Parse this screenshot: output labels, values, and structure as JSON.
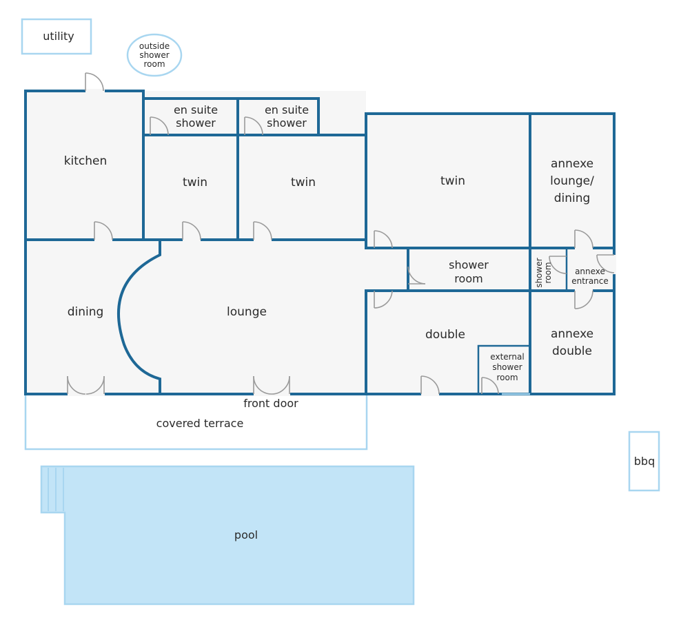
{
  "rooms": {
    "utility": "utility",
    "outside_shower_l1": "outside",
    "outside_shower_l2": "shower",
    "outside_shower_l3": "room",
    "en_suite_1_l1": "en suite",
    "en_suite_1_l2": "shower",
    "en_suite_2_l1": "en suite",
    "en_suite_2_l2": "shower",
    "kitchen": "kitchen",
    "twin_1": "twin",
    "twin_2": "twin",
    "twin_3": "twin",
    "annexe_lounge_l1": "annexe",
    "annexe_lounge_l2": "lounge/",
    "annexe_lounge_l3": "dining",
    "dining": "dining",
    "lounge": "lounge",
    "shower_room_l1": "shower",
    "shower_room_l2": "room",
    "small_shower_l1": "shower",
    "small_shower_l2": "room",
    "annexe_entrance_l1": "annexe",
    "annexe_entrance_l2": "entrance",
    "double": "double",
    "external_shower_l1": "external",
    "external_shower_l2": "shower",
    "external_shower_l3": "room",
    "annexe_double_l1": "annexe",
    "annexe_double_l2": "double",
    "front_door": "front door",
    "covered_terrace": "covered terrace",
    "pool": "pool",
    "bbq": "bbq"
  },
  "colors": {
    "wall": "#1e6896",
    "outline_light": "#a8d6f0",
    "floor": "#f6f6f6",
    "pool": "#c2e4f7",
    "door_swing": "#9a9a9a"
  }
}
